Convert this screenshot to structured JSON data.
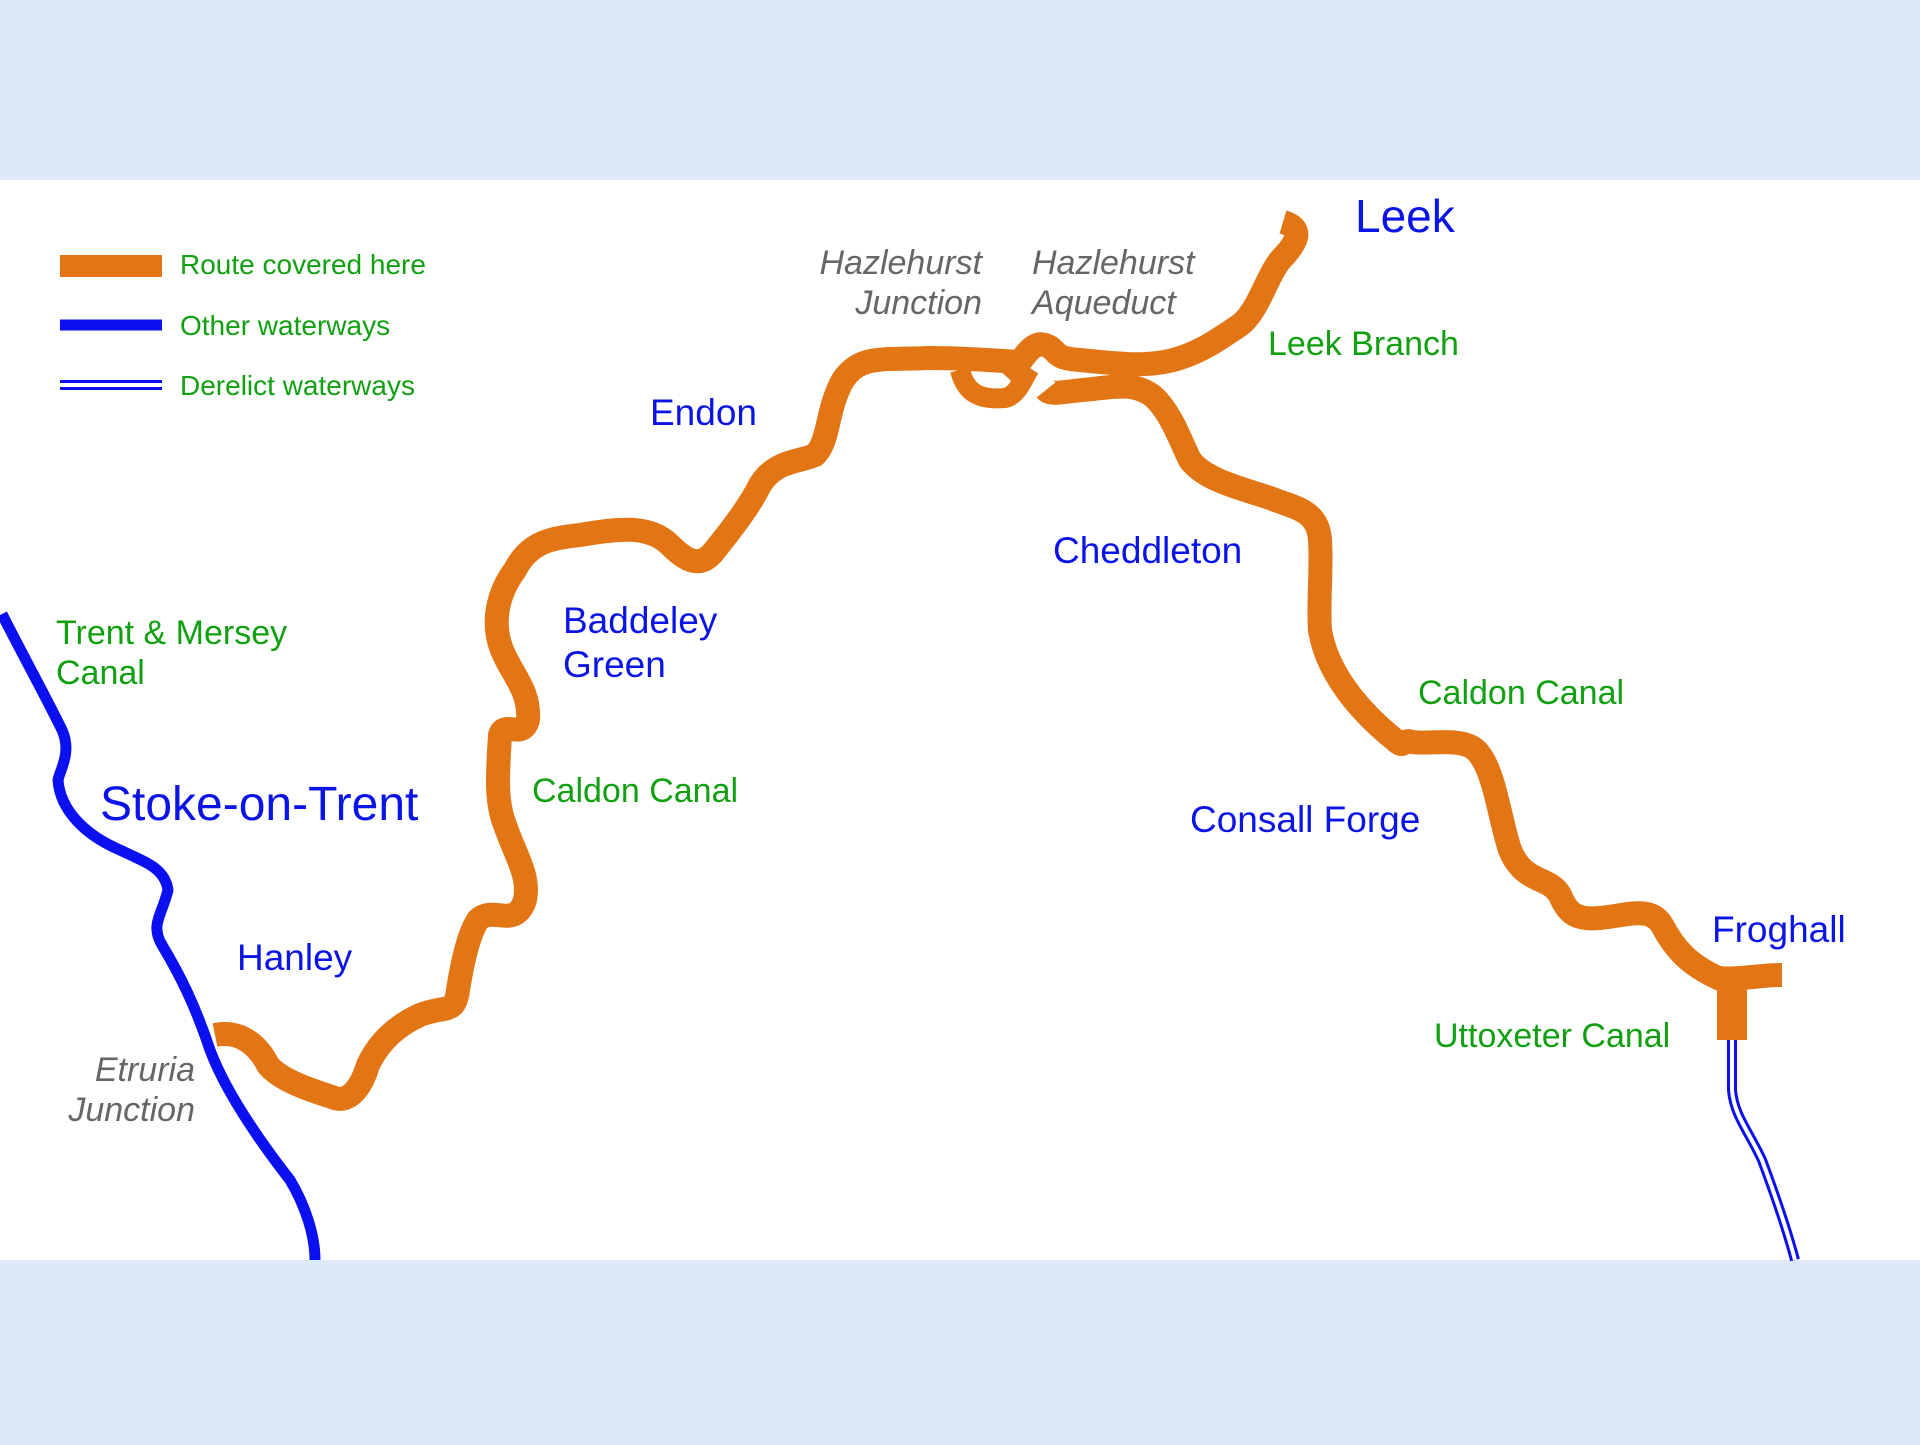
{
  "colors": {
    "band": "#dde9fb",
    "map_background": "#ffffff",
    "route": "#e27514",
    "other_waterway": "#0a10ef",
    "place_label": "#0a14e6",
    "waterway_label": "#11a011",
    "junction_label": "#666666"
  },
  "legend": {
    "route": "Route covered here",
    "other": "Other waterways",
    "derelict": "Derelict waterways"
  },
  "places": {
    "leek": "Leek",
    "endon": "Endon",
    "cheddleton": "Cheddleton",
    "baddeley_line1": "Baddeley",
    "baddeley_line2": "Green",
    "stoke": "Stoke-on-Trent",
    "consall": "Consall Forge",
    "hanley": "Hanley",
    "froghall": "Froghall"
  },
  "junctions": {
    "hazlehurst_junction_line1": "Hazlehurst",
    "hazlehurst_junction_line2": "Junction",
    "hazlehurst_aqueduct_line1": "Hazlehurst",
    "hazlehurst_aqueduct_line2": "Aqueduct",
    "etruria_line1": "Etruria",
    "etruria_line2": "Junction"
  },
  "waterways": {
    "leek_branch": "Leek Branch",
    "trent_mersey_line1": "Trent & Mersey",
    "trent_mersey_line2": "Canal",
    "caldon_west": "Caldon Canal",
    "caldon_east": "Caldon Canal",
    "uttoxeter": "Uttoxeter Canal"
  }
}
